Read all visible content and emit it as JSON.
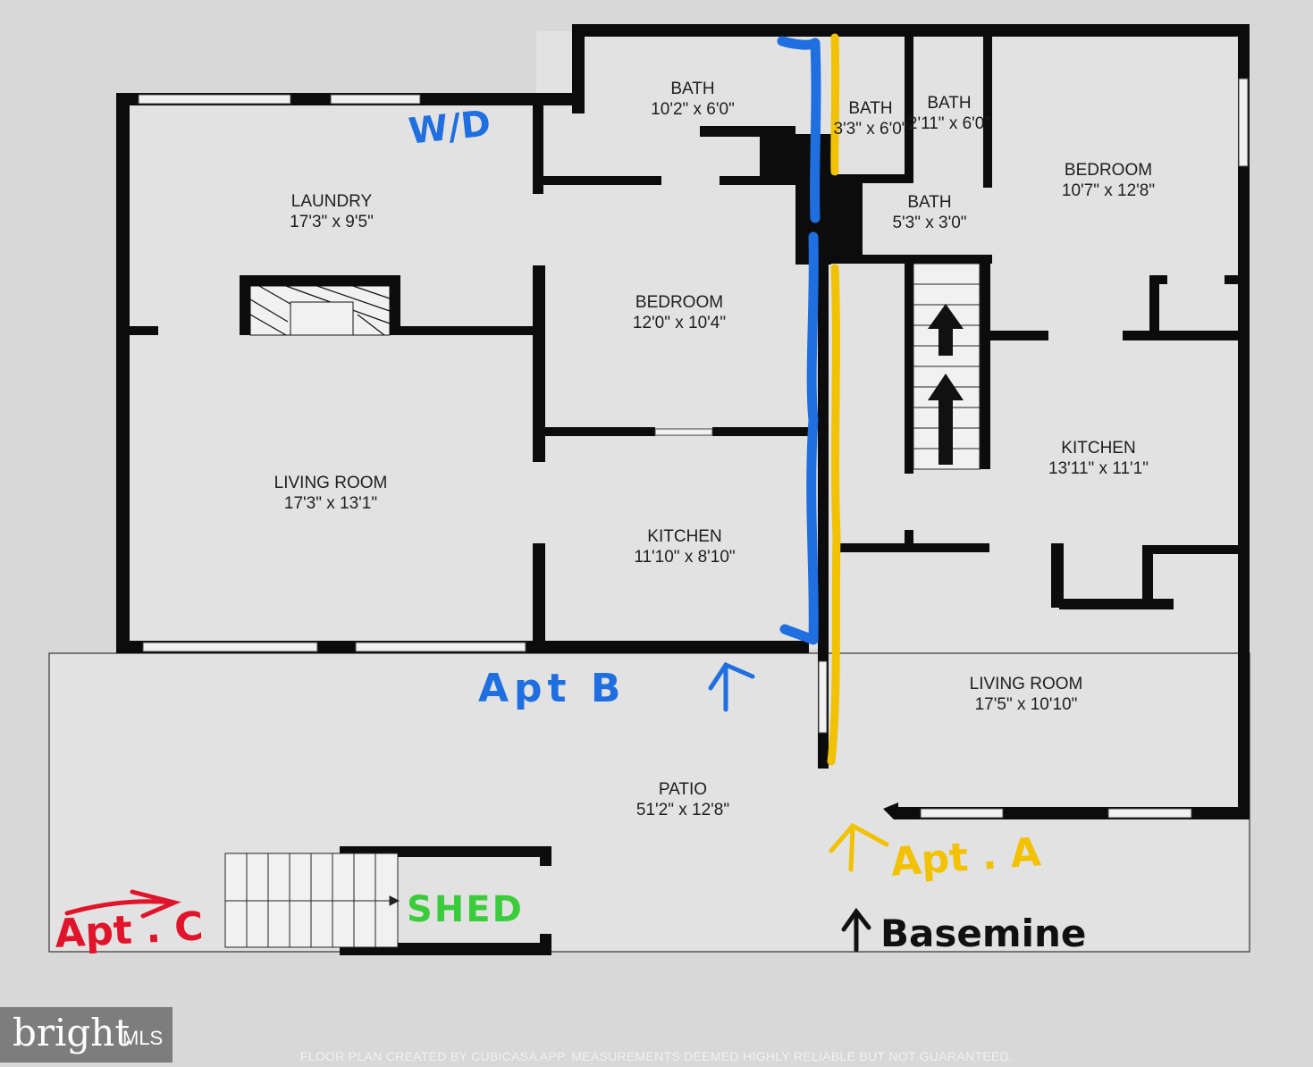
{
  "floor_plan": {
    "rooms": [
      {
        "id": "bath-1",
        "name": "BATH",
        "dims": "10'2\" x 6'0\""
      },
      {
        "id": "bath-2",
        "name": "BATH",
        "dims": "3'3\" x 6'0\""
      },
      {
        "id": "bath-3",
        "name": "BATH",
        "dims": "2'11\" x 6'0\""
      },
      {
        "id": "bath-4",
        "name": "BATH",
        "dims": "5'3\" x 3'0\""
      },
      {
        "id": "bedroom-right",
        "name": "BEDROOM",
        "dims": "10'7\" x 12'8\""
      },
      {
        "id": "laundry",
        "name": "LAUNDRY",
        "dims": "17'3\" x 9'5\""
      },
      {
        "id": "bedroom-middle",
        "name": "BEDROOM",
        "dims": "12'0\" x 10'4\""
      },
      {
        "id": "living-left",
        "name": "LIVING ROOM",
        "dims": "17'3\" x 13'1\""
      },
      {
        "id": "kitchen-middle",
        "name": "KITCHEN",
        "dims": "11'10\" x 8'10\""
      },
      {
        "id": "kitchen-right",
        "name": "KITCHEN",
        "dims": "13'11\" x 11'1\""
      },
      {
        "id": "living-right",
        "name": "LIVING ROOM",
        "dims": "17'5\" x 10'10\""
      },
      {
        "id": "patio",
        "name": "PATIO",
        "dims": "51'2\" x 12'8\""
      }
    ],
    "handwritten": {
      "wd": "W/D",
      "apt_b": "Apt B",
      "apt_a": "Apt . A",
      "apt_c": "Apt . C",
      "shed": "SHED",
      "basement": "Basemine"
    },
    "colors": {
      "background": "#d8d8d8",
      "floor": "#e2e2e2",
      "wall": "#0c0c0c",
      "apt_b_marker": "#1f6fe0",
      "apt_a_marker": "#f2c200",
      "apt_c_marker": "#e0142a",
      "shed_marker": "#3bcc3b"
    }
  },
  "branding": {
    "word": "bright",
    "suffix": "MLS"
  },
  "footer": "FLOOR PLAN CREATED BY CUBICASA APP. MEASUREMENTS DEEMED HIGHLY RELIABLE BUT NOT GUARANTEED."
}
